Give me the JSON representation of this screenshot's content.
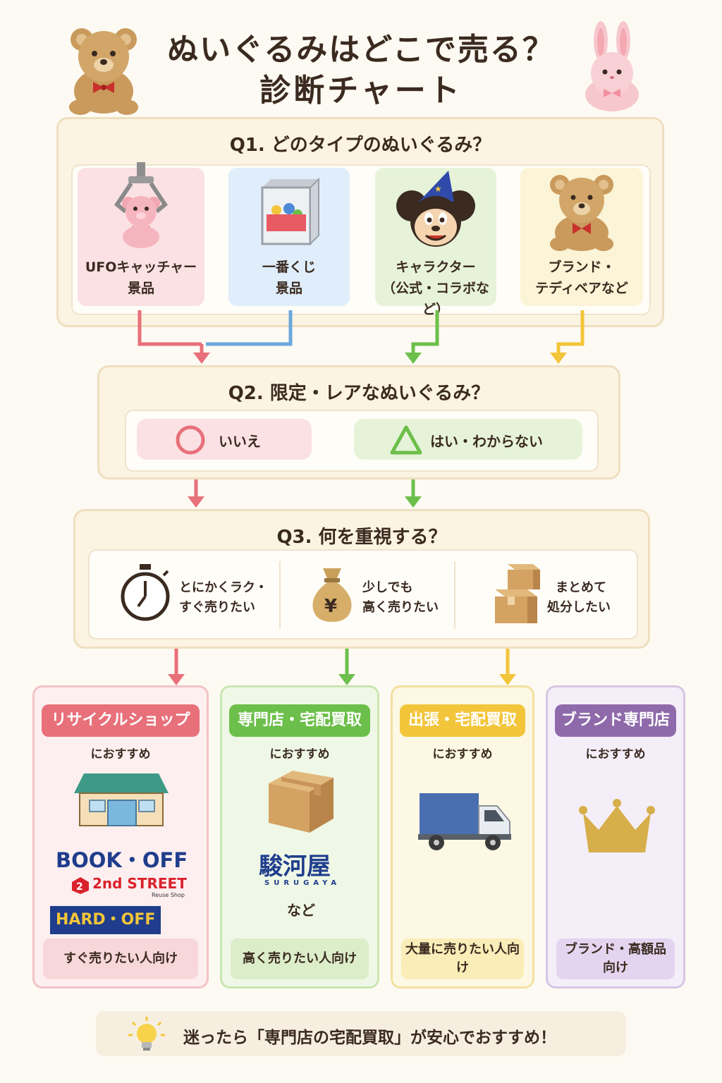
{
  "title": {
    "line1": "ぬいぐるみはどこで売る？",
    "line2": "診断チャート"
  },
  "q1": {
    "title": "Q1. どのタイプのぬいぐるみ？",
    "options": [
      {
        "line1": "UFOキャッチャー",
        "line2": "景品"
      },
      {
        "line1": "一番くじ",
        "line2": "景品"
      },
      {
        "line1": "キャラクター",
        "line2": "（公式・コラボなど）"
      },
      {
        "line1": "ブランド・",
        "line2": "テディベアなど"
      }
    ]
  },
  "q2": {
    "title": "Q2. 限定・レアなぬいぐるみ？",
    "options": [
      {
        "label": "いいえ"
      },
      {
        "label": "はい・わからない"
      }
    ]
  },
  "q3": {
    "title": "Q3. 何を重視する？",
    "options": [
      {
        "line1": "とにかくラク・",
        "line2": "すぐ売りたい"
      },
      {
        "line1": "少しでも",
        "line2": "高く売りたい"
      },
      {
        "line1": "まとめて",
        "line2": "処分したい"
      }
    ]
  },
  "results": [
    {
      "badge": "リサイクルショップ",
      "rec": "におすすめ",
      "foot": "すぐ売りたい人向け",
      "logos": {
        "bookoff": "BOOK・OFF",
        "street": "2nd STREET",
        "street_sub": "Reuse Shop",
        "hardoff": "HARD・OFF"
      }
    },
    {
      "badge": "専門店・宅配買取",
      "rec": "におすすめ",
      "foot": "高く売りたい人向け",
      "logos": {
        "surugaya": "駿河屋",
        "surugaya_sub": "SURUGAYA",
        "etc": "など"
      }
    },
    {
      "badge": "出張・宅配買取",
      "rec": "におすすめ",
      "foot": "大量に売りたい人向け"
    },
    {
      "badge": "ブランド専門店",
      "rec": "におすすめ",
      "foot_line1": "ブランド・高額品",
      "foot_line2": "向け"
    }
  ],
  "tip": "迷ったら「専門店の宅配買取」が安心でおすすめ！",
  "colors": {
    "pink": "#e8707a",
    "blue": "#6aa8dc",
    "green": "#6cbf4a",
    "yellow": "#f2c53a",
    "purple": "#8e6aab"
  }
}
